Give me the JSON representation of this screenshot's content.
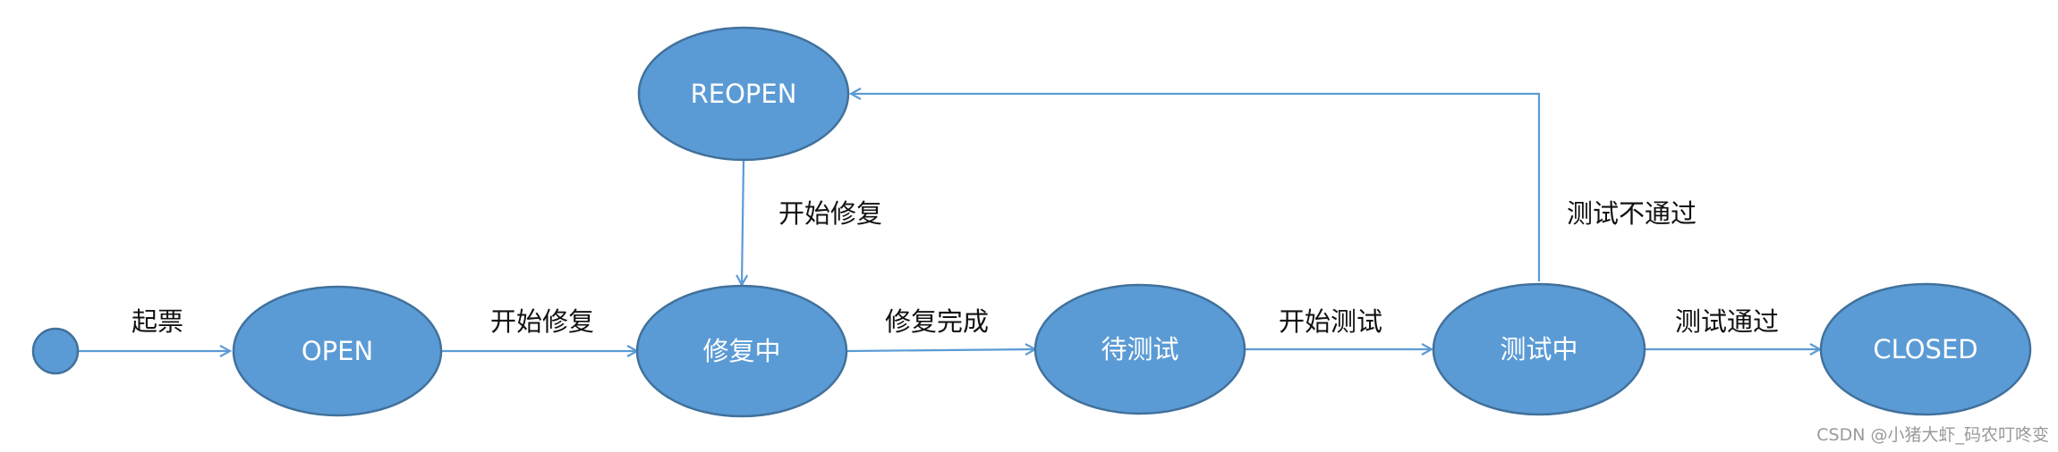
{
  "colors": {
    "node_fill": "#5b9bd5",
    "node_stroke": "#41719c",
    "edge": "#5b9bd5",
    "label_text": "#111111",
    "node_text": "#ffffff"
  },
  "nodes": {
    "start": {
      "label": ""
    },
    "open": {
      "label": "OPEN"
    },
    "reopen": {
      "label": "REOPEN"
    },
    "fixing": {
      "label": "修复中"
    },
    "pending_test": {
      "label": "待测试"
    },
    "testing": {
      "label": "测试中"
    },
    "closed": {
      "label": "CLOSED"
    }
  },
  "edges": {
    "create_ticket": {
      "label": "起票"
    },
    "open_to_fixing": {
      "label": "开始修复"
    },
    "reopen_to_fixing": {
      "label": "开始修复"
    },
    "fix_done": {
      "label": "修复完成"
    },
    "start_testing": {
      "label": "开始测试"
    },
    "test_failed": {
      "label": "测试不通过"
    },
    "test_passed": {
      "label": "测试通过"
    }
  },
  "watermark": "CSDN @小猪大虾_码农叮咚变"
}
